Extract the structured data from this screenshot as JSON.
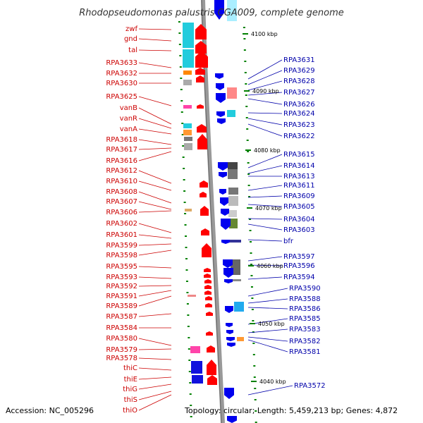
{
  "title": "Rhodopseudomonas palustris CGA009, complete genome",
  "footer": {
    "accession": "Accession: NC_005296",
    "topology": "Topology: circular; Length: 5,459,213 bp; Genes: 4,872"
  },
  "colors": {
    "reverse_strand": "#ff0000",
    "forward_strand": "#0000ee",
    "label_reverse": "#cc0000",
    "label_forward": "#0000aa",
    "tick": "#008000",
    "backbone": "#999999"
  },
  "kbp_marks": [
    "4100 kbp",
    "4090 kbp",
    "4080 kbp",
    "4070 kbp",
    "4060 kbp",
    "4050 kbp",
    "4040 kbp"
  ],
  "left_genes": [
    "zwf",
    "gnd",
    "tal",
    "RPA3633",
    "RPA3632",
    "RPA3630",
    "RPA3625",
    "vanB",
    "vanR",
    "vanA",
    "RPA3618",
    "RPA3617",
    "RPA3616",
    "RPA3612",
    "RPA3610",
    "RPA3608",
    "RPA3607",
    "RPA3606",
    "RPA3602",
    "RPA3601",
    "RPA3599",
    "RPA3598",
    "RPA3595",
    "RPA3593",
    "RPA3592",
    "RPA3591",
    "RPA3589",
    "RPA3587",
    "RPA3584",
    "RPA3580",
    "RPA3579",
    "RPA3578",
    "thiC",
    "thiE",
    "thiG",
    "thiS",
    "thiO"
  ],
  "right_genes": [
    "RPA3631",
    "RPA3629",
    "RPA3628",
    "RPA3627",
    "RPA3626",
    "RPA3624",
    "RPA3623",
    "RPA3622",
    "RPA3615",
    "RPA3614",
    "RPA3613",
    "RPA3611",
    "RPA3609",
    "RPA3605",
    "RPA3604",
    "RPA3603",
    "bfr",
    "RPA3597",
    "RPA3596",
    "RPA3594",
    "RPA3590",
    "RPA3588",
    "RPA3586",
    "RPA3585",
    "RPA3583",
    "RPA3582",
    "RPA3581",
    "RPA3572"
  ]
}
